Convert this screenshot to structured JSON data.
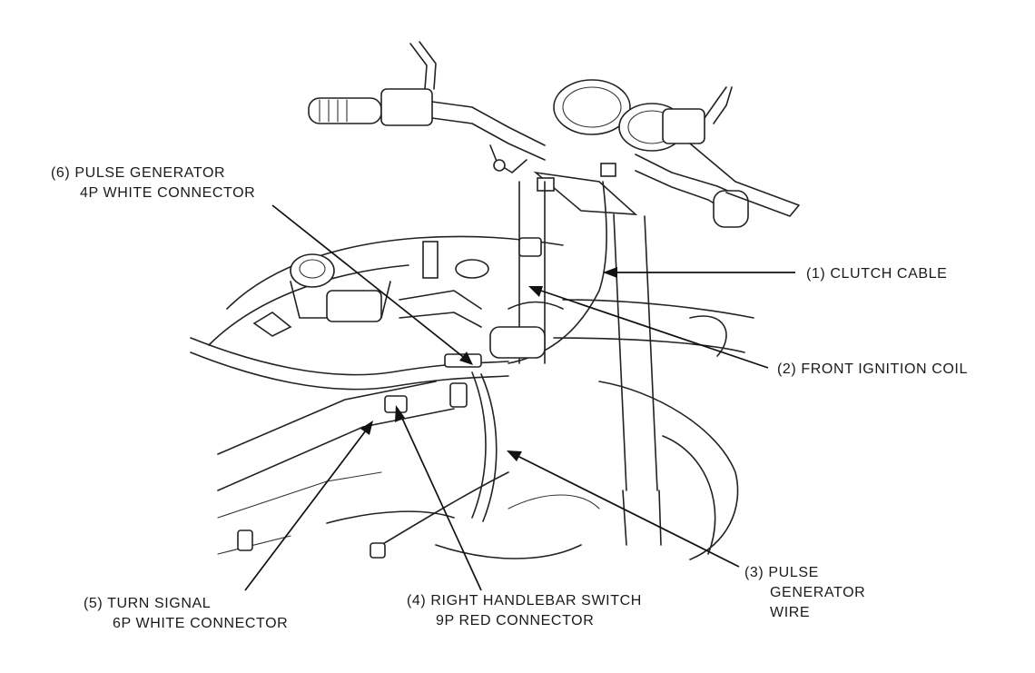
{
  "callouts": [
    {
      "id": "clutch-cable",
      "lines": [
        "(1) CLUTCH CABLE"
      ]
    },
    {
      "id": "front-ignition-coil",
      "lines": [
        "(2) FRONT IGNITION COIL"
      ]
    },
    {
      "id": "pulse-generator-wire",
      "lines": [
        "(3) PULSE",
        "GENERATOR",
        "WIRE"
      ]
    },
    {
      "id": "right-handlebar-switch",
      "lines": [
        "(4) RIGHT HANDLEBAR SWITCH",
        "9P RED CONNECTOR"
      ]
    },
    {
      "id": "turn-signal-connector",
      "lines": [
        "(5) TURN SIGNAL",
        "6P WHITE CONNECTOR"
      ]
    },
    {
      "id": "pulse-generator-connector",
      "lines": [
        "(6) PULSE GENERATOR",
        "4P WHITE CONNECTOR"
      ]
    }
  ]
}
